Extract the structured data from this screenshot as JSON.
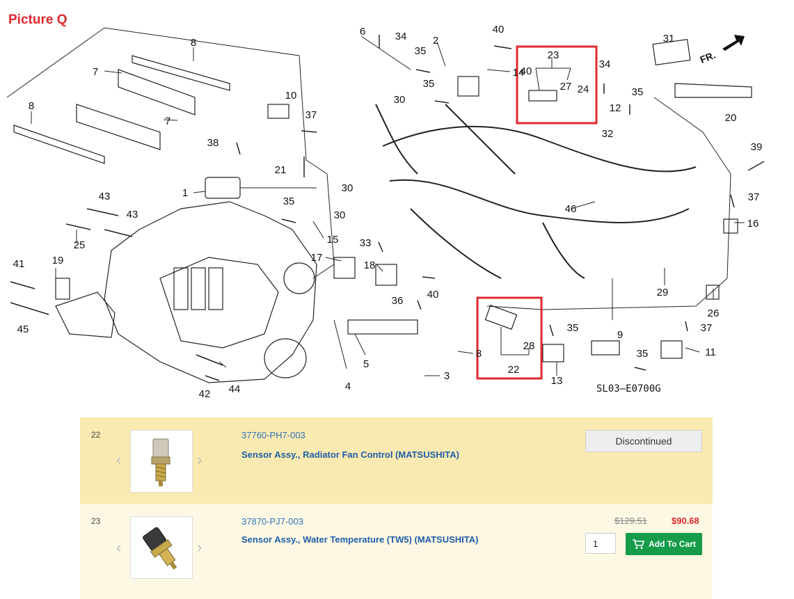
{
  "picture_label": "Picture Q",
  "diagram": {
    "code": "SL03—E0700G",
    "fr_label": "FR.",
    "callouts": [
      "1",
      "2",
      "3",
      "4",
      "5",
      "6",
      "7",
      "7",
      "8",
      "8",
      "9",
      "10",
      "11",
      "12",
      "13",
      "14",
      "15",
      "16",
      "17",
      "18",
      "19",
      "20",
      "21",
      "22",
      "23",
      "24",
      "25",
      "26",
      "27",
      "28",
      "29",
      "30",
      "30",
      "30",
      "31",
      "32",
      "33",
      "34",
      "34",
      "35",
      "35",
      "35",
      "35",
      "35",
      "35",
      "36",
      "37",
      "37",
      "37",
      "38",
      "39",
      "40",
      "40",
      "40",
      "41",
      "42",
      "43",
      "43",
      "44",
      "45",
      "46",
      "8"
    ]
  },
  "parts": [
    {
      "ref": "22",
      "part_number": "37760-PH7-003",
      "name": "Sensor Assy., Radiator Fan Control (MATSUSHITA)",
      "status_button": "Discontinued",
      "thumb_icon": "sensor-thumb-icon"
    },
    {
      "ref": "23",
      "part_number": "37870-PJ7-003",
      "name": "Sensor Assy., Water Temperature (TW5) (MATSUSHITA)",
      "old_price": "$129.51",
      "new_price": "$90.68",
      "quantity": "1",
      "cart_button": "Add To Cart",
      "cart_icon": "cart-icon",
      "thumb_icon": "sensor-thumb-icon"
    }
  ],
  "colors": {
    "highlight": "#e0282e",
    "row_highlight": "#faeab1",
    "row_normal": "#fdf8e4",
    "cart": "#179c4a",
    "link": "#1f5ea8"
  }
}
